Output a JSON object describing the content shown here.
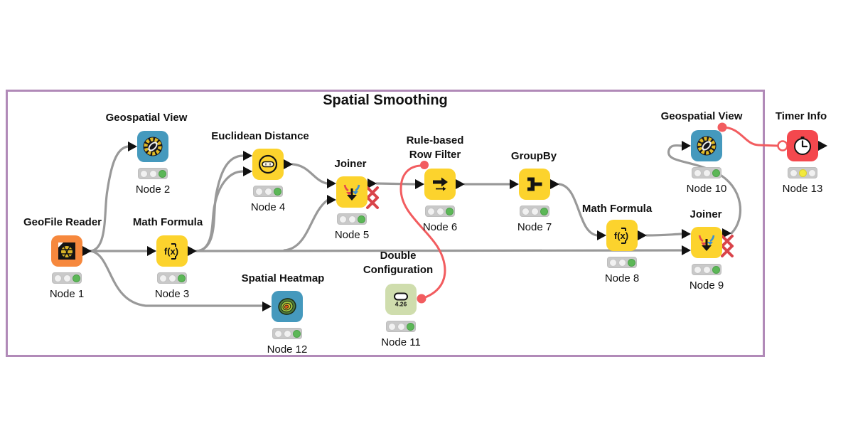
{
  "workflow_annotation": {
    "title": "Spatial Smoothing"
  },
  "nodes": [
    {
      "title": "GeoFile Reader",
      "label": "Node 1",
      "status": "executed"
    },
    {
      "title": "Geospatial View",
      "label": "Node 2",
      "status": "executed"
    },
    {
      "title": "Math Formula",
      "label": "Node 3",
      "status": "executed"
    },
    {
      "title": "Euclidean Distance",
      "label": "Node 4",
      "status": "executed"
    },
    {
      "title": "Joiner",
      "label": "Node 5",
      "status": "executed"
    },
    {
      "title": "Rule-based Row Filter",
      "label": "Node 6",
      "status": "executed"
    },
    {
      "title": "GroupBy",
      "label": "Node 7",
      "status": "executed"
    },
    {
      "title": "Math Formula",
      "label": "Node 8",
      "status": "executed"
    },
    {
      "title": "Joiner",
      "label": "Node 9",
      "status": "executed"
    },
    {
      "title": "Geospatial View",
      "label": "Node 10",
      "status": "executed"
    },
    {
      "title": "Double Configuration",
      "label": "Node 11",
      "status": "executed",
      "value": "4.26"
    },
    {
      "title": "Spatial Heatmap",
      "label": "Node 12",
      "status": "executed"
    },
    {
      "title": "Timer Info",
      "label": "Node 13",
      "status": "configured"
    }
  ],
  "colors": {
    "annotation_border": "#b18ab8",
    "node_yellow": "#fcd32d",
    "node_orange": "#f6883d",
    "node_blue": "#4599bd",
    "node_red": "#f4484e",
    "node_sage": "#cfddad",
    "edge_gray": "#999999",
    "flow_variable_red": "#f25c5f",
    "status_executed_green": "#5cb757",
    "status_configured_yellow": "#f2e93d"
  }
}
